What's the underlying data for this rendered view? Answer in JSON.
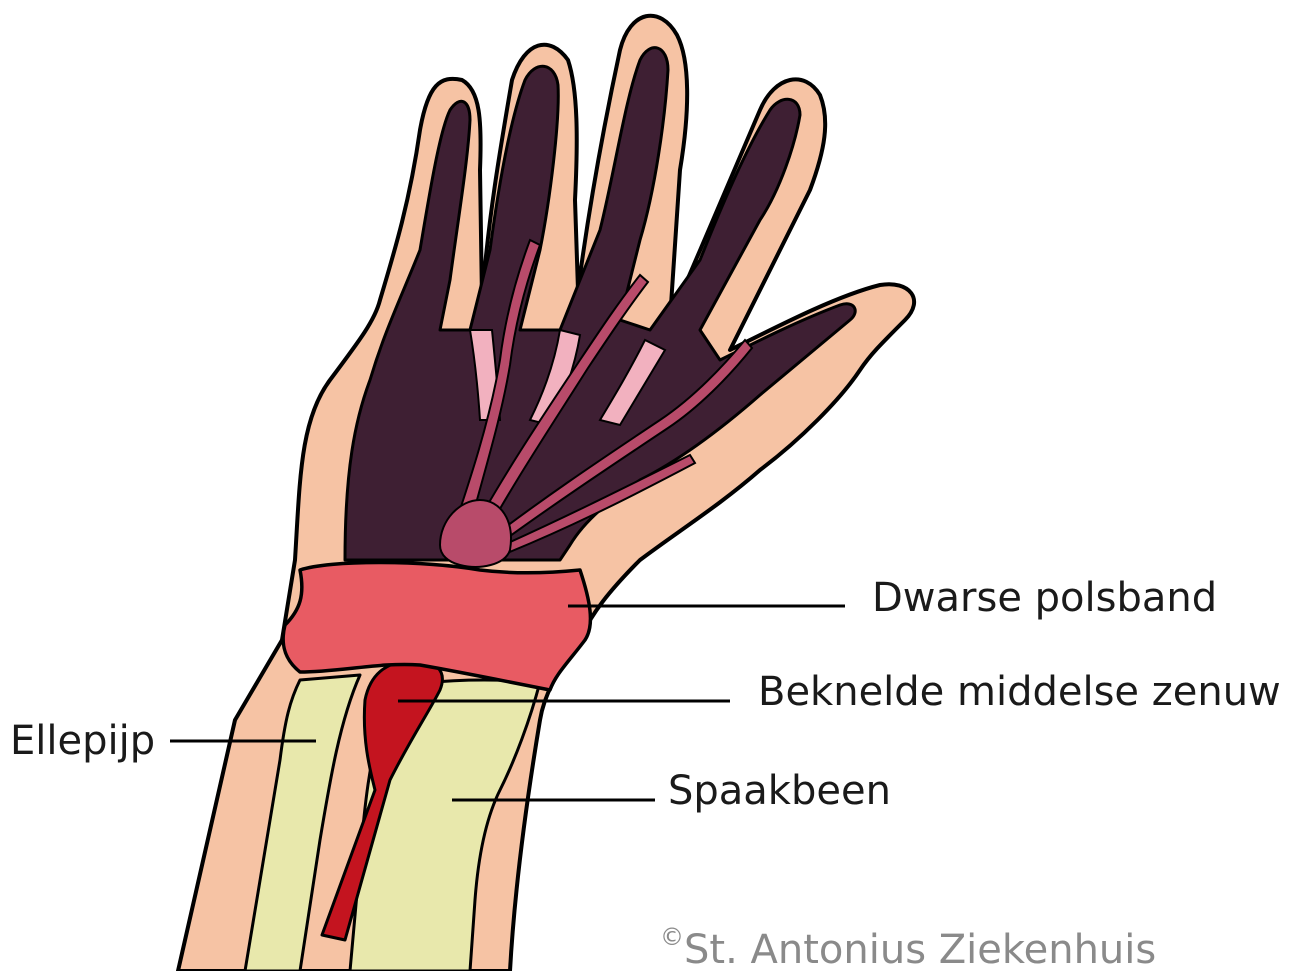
{
  "labels": {
    "transverse_ligament": "Dwarse polsband",
    "compressed_median_nerve": "Beknelde middelse zenuw",
    "ulna": "Ellepijp",
    "radius": "Spaakbeen"
  },
  "copyright": {
    "symbol": "©",
    "text": "St. Antonius Ziekenhuis"
  },
  "colors": {
    "skin": "#F6C3A4",
    "tendon_sheath": "#3E1F33",
    "tendon": "#B84B6A",
    "tendon_light": "#F2B1BF",
    "ligament": "#E85B63",
    "nerve": "#C4141F",
    "bone": "#E8E8AC",
    "outline": "#000000"
  }
}
